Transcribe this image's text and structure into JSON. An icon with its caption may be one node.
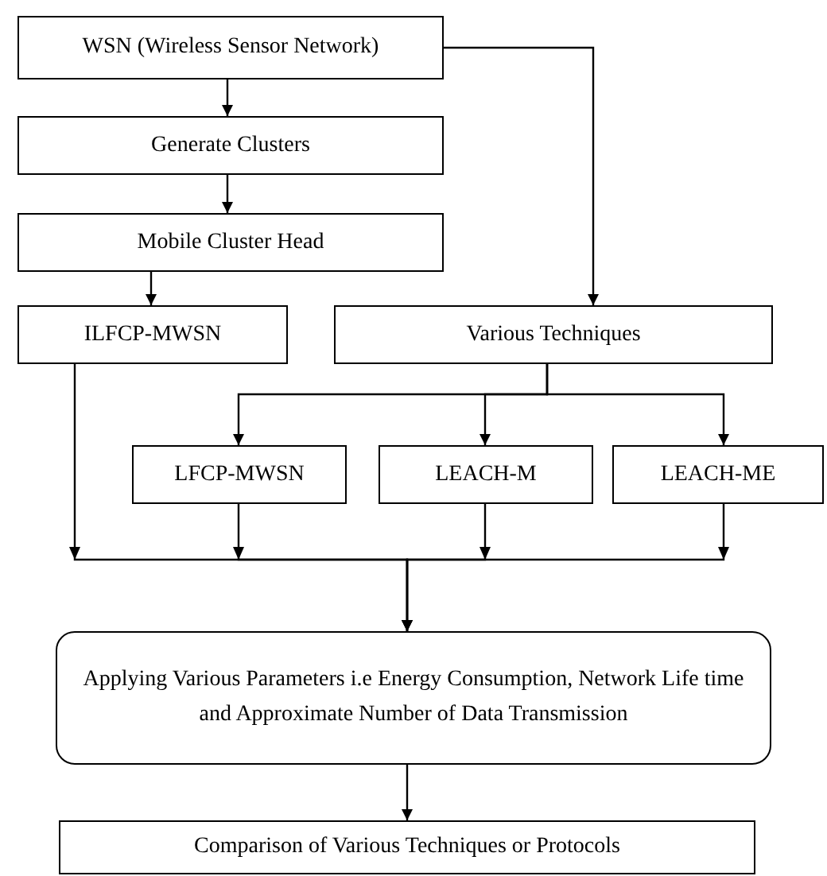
{
  "diagram": {
    "nodes": [
      {
        "text": [
          "WSN (Wireless Sensor Network)"
        ]
      },
      {
        "text": [
          "Generate Clusters"
        ]
      },
      {
        "text": [
          "Mobile Cluster Head"
        ]
      },
      {
        "text": [
          "ILFCP-MWSN"
        ]
      },
      {
        "text": [
          "Various Techniques"
        ]
      },
      {
        "text": [
          "LFCP-MWSN"
        ]
      },
      {
        "text": [
          "LEACH-M"
        ]
      },
      {
        "text": [
          "LEACH-ME"
        ]
      },
      {
        "text": [
          "Applying Various Parameters i.e Energy Consumption, Network Life time and Approximate Number of Data Transmission"
        ]
      },
      {
        "text": [
          "Comparison of Various Techniques or Protocols"
        ]
      }
    ],
    "edges": [
      {
        "from": 0,
        "to": 1,
        "arrow": "to"
      },
      {
        "from": 1,
        "to": 2,
        "arrow": "to"
      },
      {
        "from": 2,
        "to": 3,
        "arrow": "to"
      },
      {
        "from": 0,
        "to": 4,
        "arrow": "to"
      },
      {
        "from": 4,
        "to": 5,
        "arrow": "to"
      },
      {
        "from": 4,
        "to": 6,
        "arrow": "to"
      },
      {
        "from": 4,
        "to": 7,
        "arrow": "to"
      },
      {
        "from": 3,
        "to": 8,
        "arrow": "to"
      },
      {
        "from": 5,
        "to": 8,
        "arrow": "to"
      },
      {
        "from": 6,
        "to": 8,
        "arrow": "to"
      },
      {
        "from": 7,
        "to": 8,
        "arrow": "to"
      },
      {
        "from": 8,
        "to": 9,
        "arrow": "to"
      }
    ]
  }
}
